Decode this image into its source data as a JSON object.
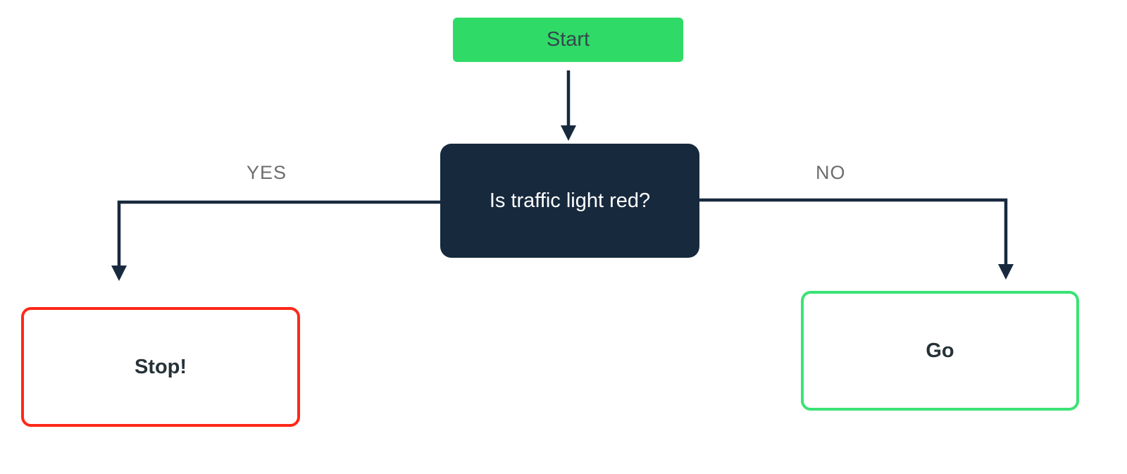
{
  "nodes": {
    "start": "Start",
    "decision": "Is traffic light red?",
    "stop": "Stop!",
    "go": "Go"
  },
  "edges": {
    "yes": "YES",
    "no": "NO"
  },
  "colors": {
    "start_fill": "#2fdb66",
    "decision_fill": "#17293d",
    "decision_text": "#ffffff",
    "stop_border": "#ff2817",
    "go_border": "#3ae374",
    "connector": "#17293d",
    "edge_label": "#6d6d6d"
  }
}
